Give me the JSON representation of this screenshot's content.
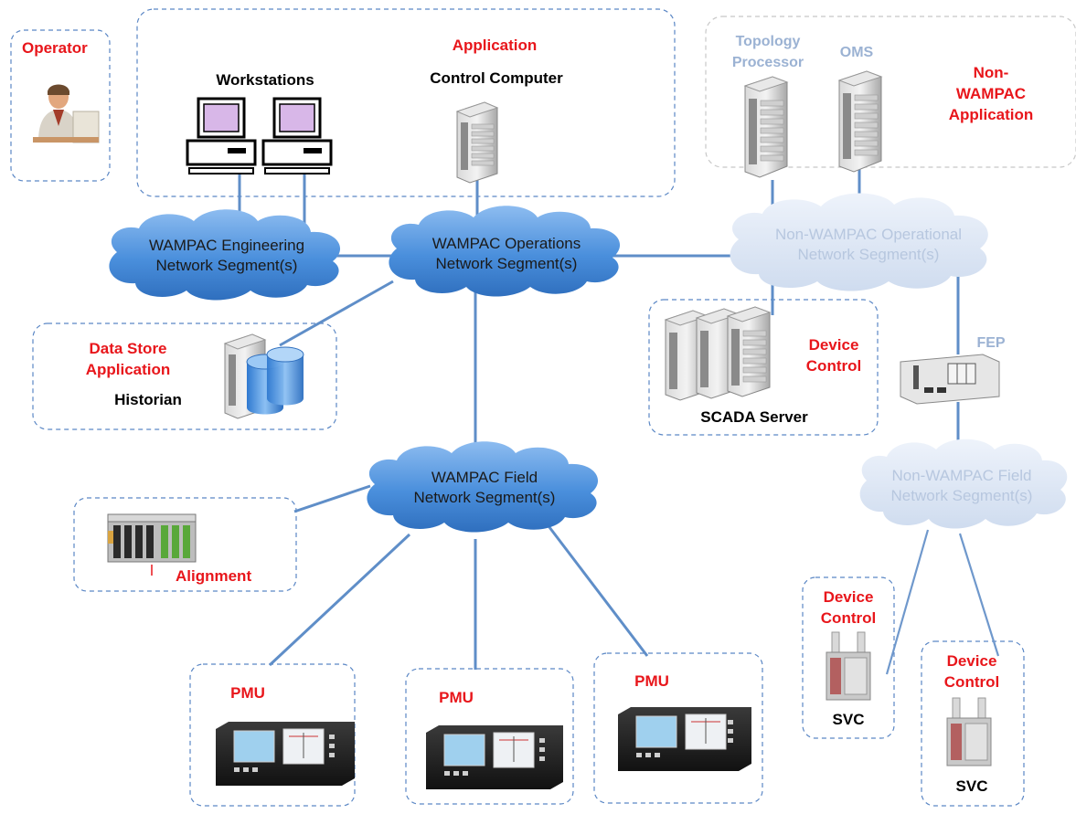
{
  "labels": {
    "operator": "Operator",
    "application": "Application",
    "workstations": "Workstations",
    "control_computer": "Control Computer",
    "topology_processor": [
      "Topology",
      "Processor"
    ],
    "oms": "OMS",
    "non_wampac_application": [
      "Non-",
      "WAMPAC",
      "Application"
    ],
    "data_store_application": [
      "Data Store",
      "Application"
    ],
    "historian": "Historian",
    "device_control": [
      "Device",
      "Control"
    ],
    "scada_server": "SCADA Server",
    "fep": "FEP",
    "alignment": "Alignment",
    "pmu": "PMU",
    "svc": "SVC"
  },
  "clouds": {
    "engineering": [
      "WAMPAC Engineering",
      "Network Segment(s)"
    ],
    "operations": [
      "WAMPAC Operations",
      "Network Segment(s)"
    ],
    "non_wampac_operational": [
      "Non-WAMPAC Operational",
      "Network Segment(s)"
    ],
    "field": [
      "WAMPAC Field",
      "Network Segment(s)"
    ],
    "non_wampac_field": [
      "Non-WAMPAC Field",
      "Network Segment(s)"
    ]
  },
  "colors": {
    "accent_red": "#e8161b",
    "cloud_blue": "#4a8fdc",
    "cloud_faint": "#d7e3f3",
    "link_blue": "#5f8ec8",
    "grey_label": "#9bb2d3"
  },
  "icons": [
    "operator-person-icon",
    "workstation-icon",
    "server-tower-icon",
    "database-icon",
    "plc-rack-icon",
    "pmu-device-icon",
    "fep-rack-icon",
    "svc-equipment-icon"
  ]
}
